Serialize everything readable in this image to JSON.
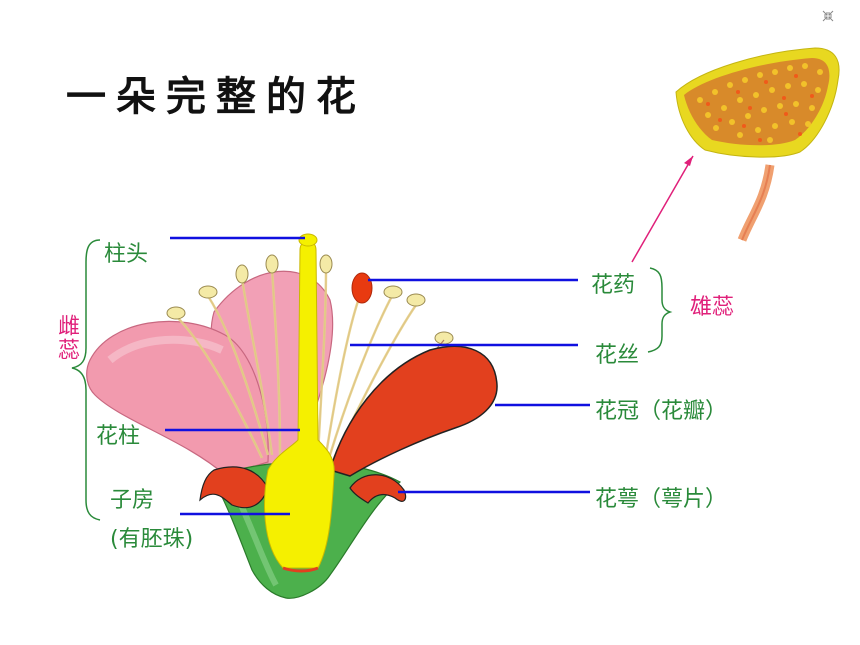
{
  "title": "一朵完整的花",
  "labels": {
    "stigma": "柱头",
    "style": "花柱",
    "ovary": "子房",
    "ovary_note": "(有胚珠)",
    "anther": "花药",
    "filament": "花丝",
    "corolla": "花冠（花瓣）",
    "sepal": "花萼（萼片）"
  },
  "groups": {
    "pistil": "雌蕊",
    "stamen": "雄蕊"
  },
  "colors": {
    "label_green": "#2a8a3a",
    "group_magenta": "#e0207a",
    "pointer_blue": "#1010e0",
    "petal_pink": "#f2a0b6",
    "petal_red": "#e2401e",
    "pistil_yellow": "#f5f000",
    "receptacle_green": "#4cb04c"
  },
  "icons": [
    "collapse-corner-icon"
  ]
}
